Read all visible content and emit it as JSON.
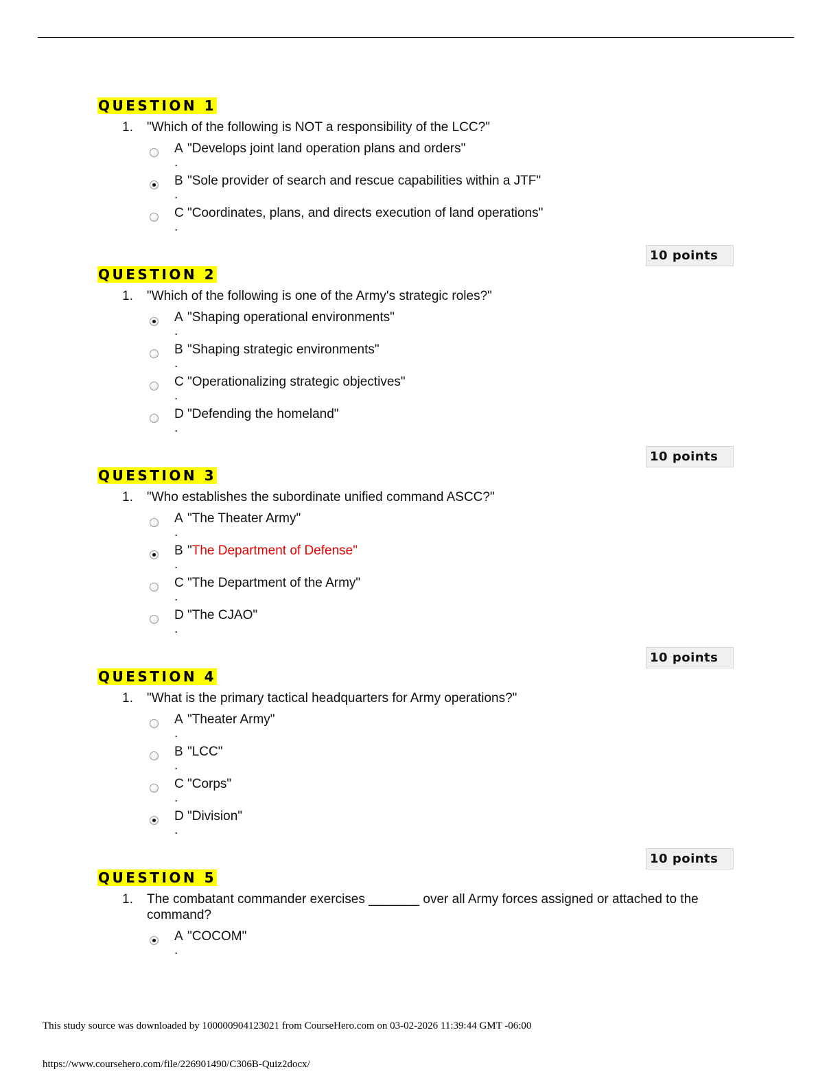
{
  "questions": [
    {
      "heading": "QUESTION 1",
      "number": "1.",
      "text": "\"Which of the following is NOT a responsibility of the LCC?\"",
      "options": [
        {
          "letter": "A",
          "text": "\"Develops joint land operation plans and orders\"",
          "selected": false
        },
        {
          "letter": "B",
          "text": "\"Sole provider of search and rescue capabilities within a JTF\"",
          "selected": true
        },
        {
          "letter": "C",
          "text": "\"Coordinates, plans, and directs execution of land operations\"",
          "selected": false
        }
      ],
      "points": "10 points"
    },
    {
      "heading": "QUESTION 2",
      "number": "1.",
      "text": "\"Which of the following is one of the Army's strategic roles?\"",
      "options": [
        {
          "letter": "A",
          "text": "\"Shaping operational environments\"",
          "selected": true
        },
        {
          "letter": "B",
          "text": "\"Shaping strategic environments\"",
          "selected": false
        },
        {
          "letter": "C",
          "text": "\"Operationalizing strategic objectives\"",
          "selected": false
        },
        {
          "letter": "D",
          "text": "\"Defending the homeland\"",
          "selected": false
        }
      ],
      "points": "10 points"
    },
    {
      "heading": "QUESTION 3",
      "number": "1.",
      "text": "\"Who establishes the subordinate unified command ASCC?\"",
      "options": [
        {
          "letter": "A",
          "text": "\"The Theater Army\"",
          "selected": false
        },
        {
          "letter": "B",
          "text_prefix": "\"",
          "text_highlight": "The Department of Defense\"",
          "highlight_color": "#e60000",
          "selected": true
        },
        {
          "letter": "C",
          "text": "\"The Department of the Army\"",
          "selected": false
        },
        {
          "letter": "D",
          "text": "\"The CJAO\"",
          "selected": false
        }
      ],
      "points": "10 points"
    },
    {
      "heading": "QUESTION 4",
      "number": "1.",
      "text": "\"What is the primary tactical headquarters for Army operations?\"",
      "options": [
        {
          "letter": "A",
          "text": "\"Theater Army\"",
          "selected": false
        },
        {
          "letter": "B",
          "text": "\"LCC\"",
          "selected": false
        },
        {
          "letter": "C",
          "text": "\"Corps\"",
          "selected": false
        },
        {
          "letter": "D",
          "text": "\"Division\"",
          "selected": true
        }
      ],
      "points": "10 points"
    },
    {
      "heading": "QUESTION 5",
      "number": "1.",
      "text": "The combatant commander exercises _______ over all Army forces assigned or attached to the command?",
      "options": [
        {
          "letter": "A",
          "text": "\"COCOM\"",
          "selected": true
        }
      ]
    }
  ],
  "option_dot": ".",
  "footer": {
    "line1": "This study source was downloaded by 100000904123021 from CourseHero.com on 03-02-2026 11:39:44 GMT -06:00",
    "line2": "https://www.coursehero.com/file/226901490/C306B-Quiz2docx/"
  }
}
